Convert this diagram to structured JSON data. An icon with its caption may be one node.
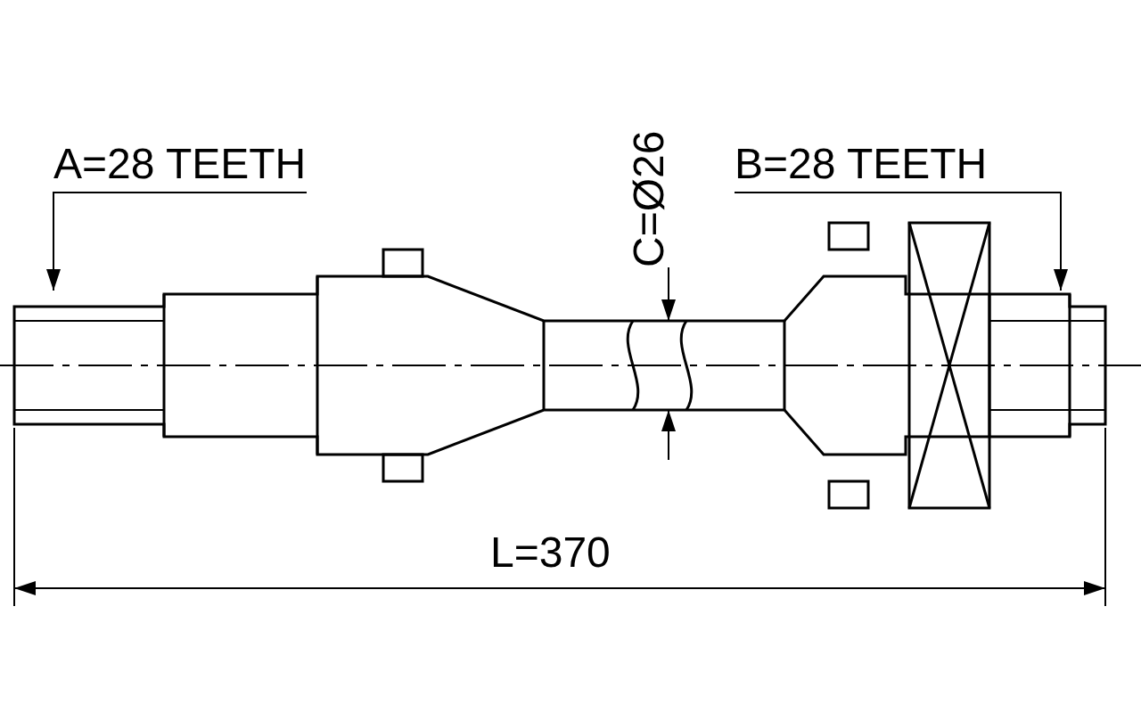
{
  "diagram": {
    "nodes": [
      {
        "text": [
          "A=28 TEETH"
        ]
      },
      {
        "text": [
          "B=28 TEETH"
        ]
      }
    ],
    "edges": [
      {
        "from": 0,
        "to": null,
        "arrow": "to"
      },
      {
        "from": 1,
        "to": null,
        "arrow": "to"
      }
    ],
    "labels": [
      "C=Ø26",
      "L=370"
    ]
  }
}
